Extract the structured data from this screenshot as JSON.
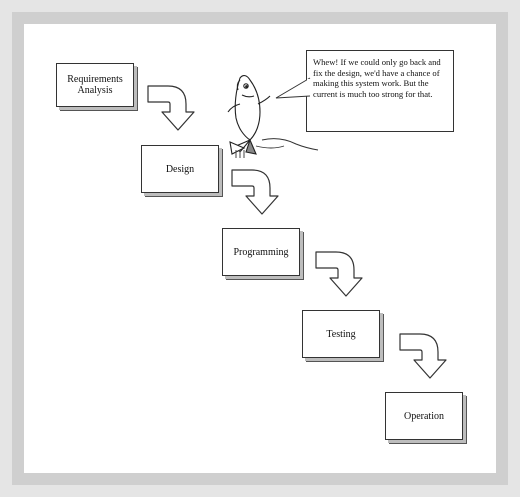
{
  "steps": [
    {
      "label": "Requirements\nAnalysis"
    },
    {
      "label": "Design"
    },
    {
      "label": "Programming"
    },
    {
      "label": "Testing"
    },
    {
      "label": "Operation"
    }
  ],
  "speech_bubble": {
    "text": "Whew! If we could only go back and fix the design, we'd have a chance of making this system work. But the current is much too strong for that."
  },
  "colors": {
    "page_background": "#e5e5e5",
    "border": "#cfcfcf",
    "canvas": "#ffffff",
    "line": "#333333"
  },
  "icons": [
    "curved-arrow-icon",
    "fish-icon"
  ]
}
